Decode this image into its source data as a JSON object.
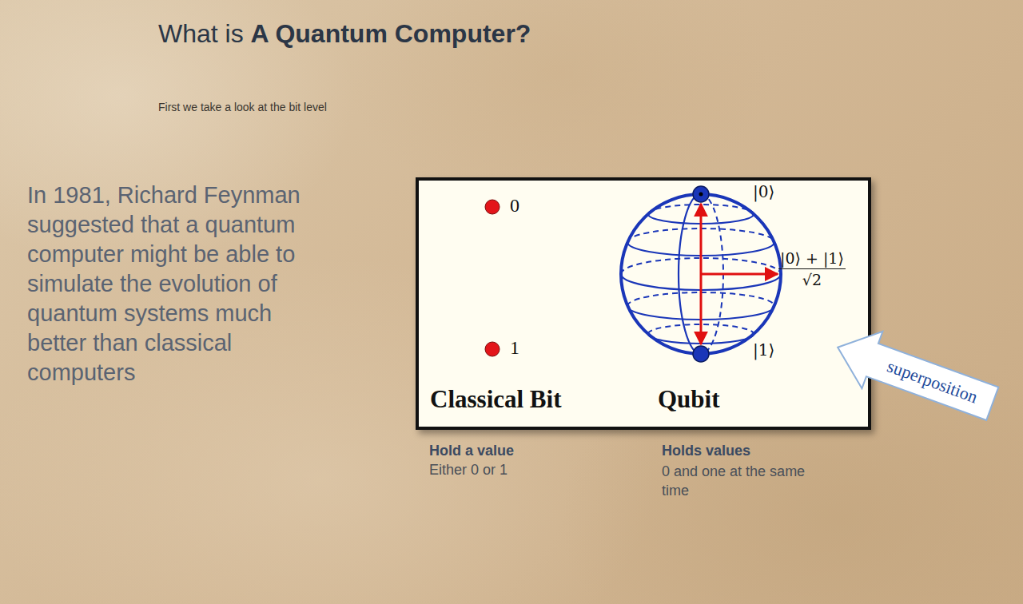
{
  "diagram": {
    "title": "What is A Quantum Computer?",
    "nodes": [
      {
        "text": [
          "0",
          "1",
          "|0⟩",
          "|0⟩ + |1⟩",
          "√2",
          "|1⟩",
          "Classical Bit",
          "Qubit"
        ]
      },
      {
        "text": [
          "superposition"
        ]
      }
    ],
    "labels": [
      "First we take a look at the bit level",
      "In 1981, Richard Feynman suggested that a quantum computer might be able to simulate the evolution of quantum systems much better than classical computers",
      "Hold a value",
      "Either 0 or 1",
      "Holds values",
      "0 and one at the same time"
    ]
  }
}
